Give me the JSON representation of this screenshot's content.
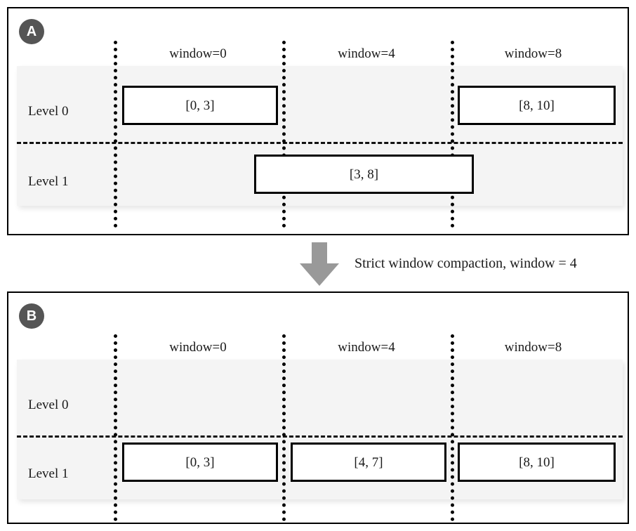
{
  "figure": {
    "panels": [
      {
        "id": "A",
        "badge_label": "A",
        "column_headers": [
          "window=0",
          "window=4",
          "window=8"
        ],
        "row_labels": [
          "Level 0",
          "Level 1"
        ],
        "boxes": [
          {
            "label": "[0, 3]",
            "level": "Level 0",
            "window": "window=0"
          },
          {
            "label": "[8, 10]",
            "level": "Level 0",
            "window": "window=8"
          },
          {
            "label": "[3, 8]",
            "level": "Level 1",
            "window": "window=4"
          }
        ]
      },
      {
        "id": "B",
        "badge_label": "B",
        "column_headers": [
          "window=0",
          "window=4",
          "window=8"
        ],
        "row_labels": [
          "Level 0",
          "Level 1"
        ],
        "boxes": [
          {
            "label": "[0, 3]",
            "level": "Level 1",
            "window": "window=0"
          },
          {
            "label": "[4, 7]",
            "level": "Level 1",
            "window": "window=4"
          },
          {
            "label": "[8, 10]",
            "level": "Level 1",
            "window": "window=8"
          }
        ]
      }
    ],
    "transition": {
      "caption": "Strict window compaction, window = 4",
      "arrow_direction": "down"
    },
    "colors": {
      "band": "#f4f4f4",
      "badge": "#555555",
      "arrow": "#999999",
      "stroke": "#000000",
      "text": "#1a1a1a"
    }
  }
}
